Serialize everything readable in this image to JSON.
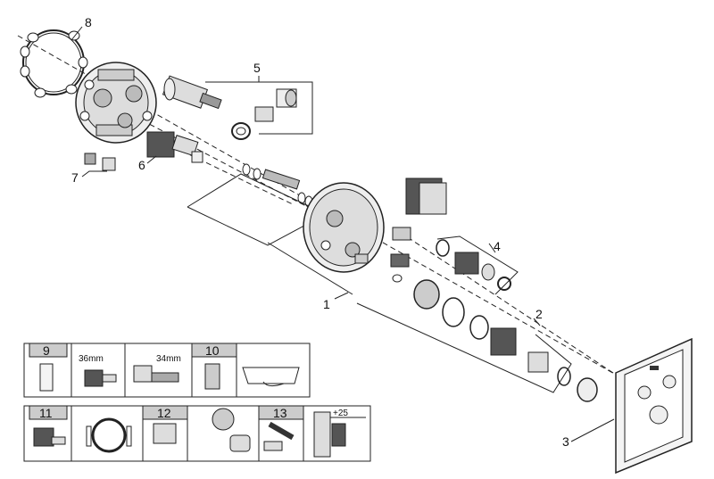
{
  "callouts": {
    "part_1": "1",
    "part_2": "2",
    "part_3": "3",
    "part_4": "4",
    "part_5": "5",
    "part_6": "6",
    "part_7": "7",
    "part_8": "8"
  },
  "legend_row1": {
    "cell_9": "9",
    "size_36": "36mm",
    "size_34": "34mm",
    "cell_10": "10"
  },
  "legend_row2": {
    "cell_11": "11",
    "cell_12": "12",
    "cell_13": "13",
    "dim_25": "+25"
  },
  "colors": {
    "line": "#222222",
    "part_fill": "#e6e6e6",
    "dark_fill": "#555555"
  }
}
